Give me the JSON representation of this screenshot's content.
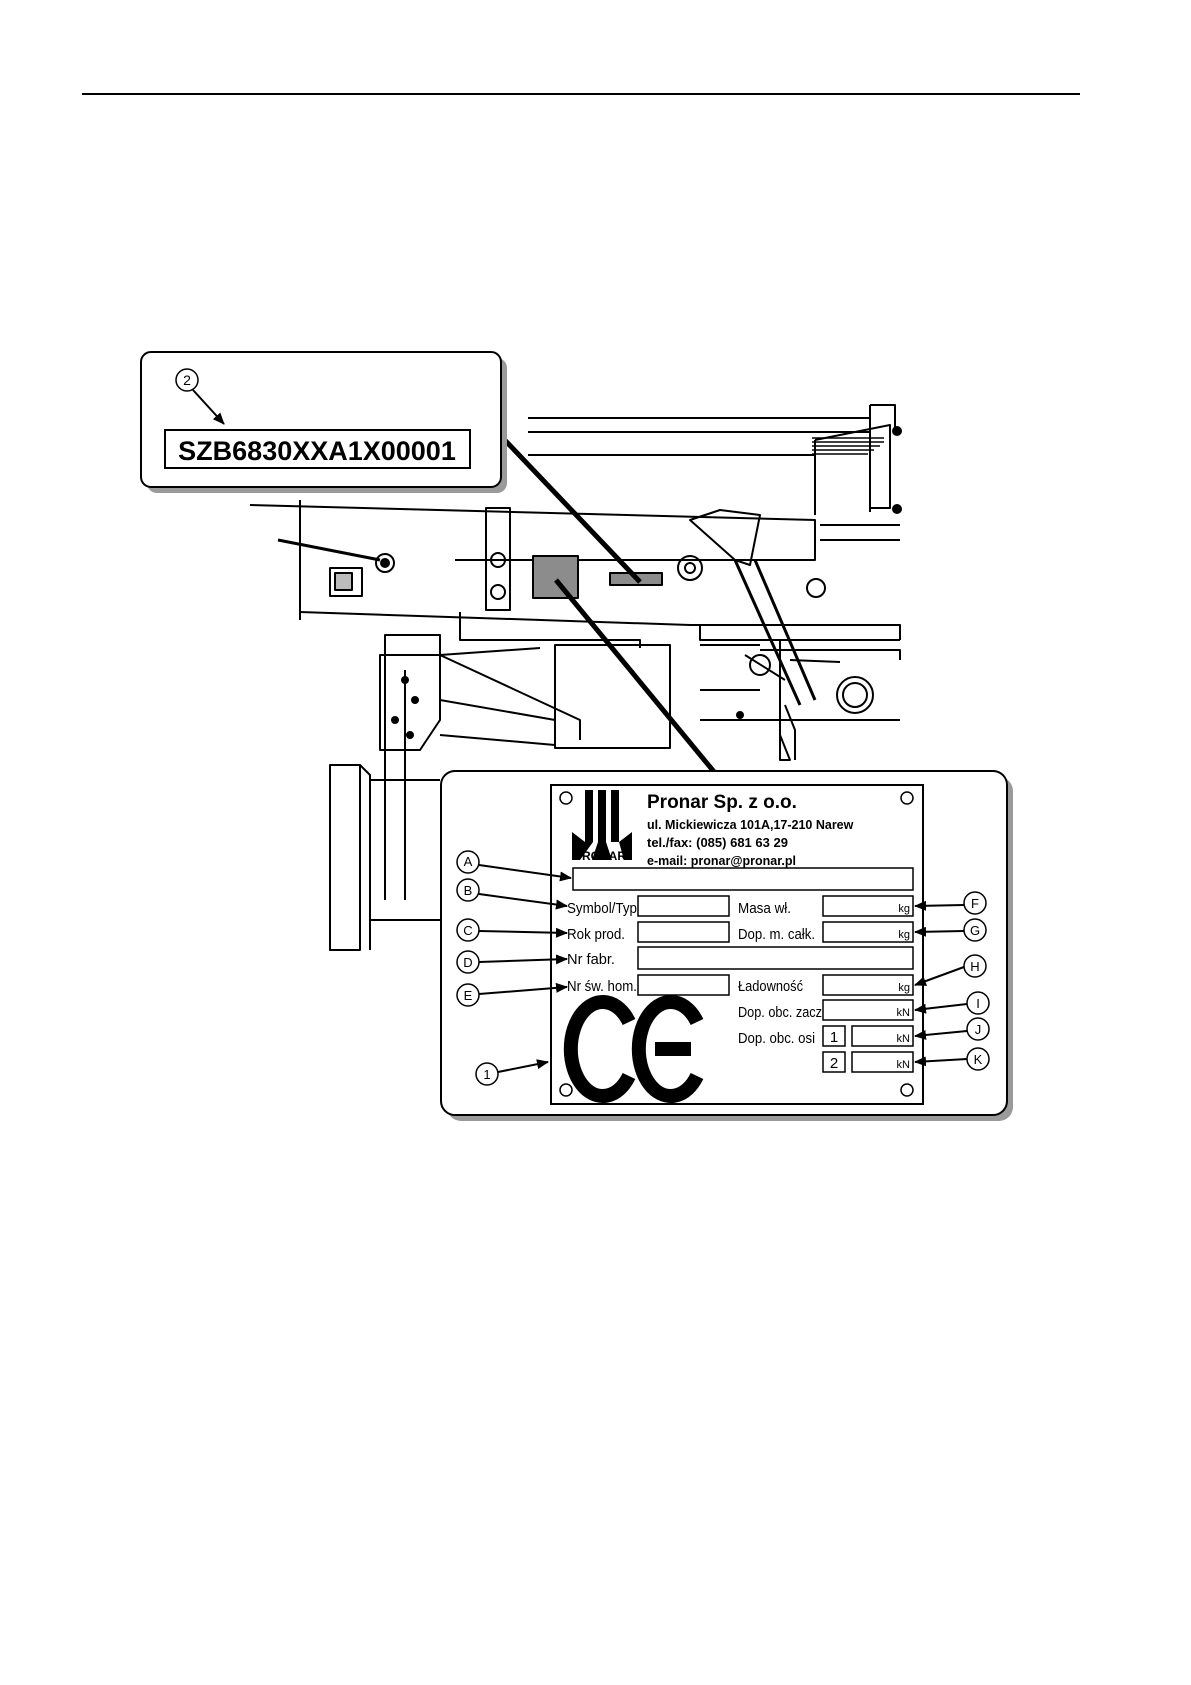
{
  "vin_label": {
    "callout": "2",
    "text": "SZB6830XXA1X00001"
  },
  "plate": {
    "callout": "1",
    "logo_text": "PRONAR",
    "company": "Pronar Sp. z o.o.",
    "address": "ul. Mickiewicza 101A,17-210 Narew",
    "phone": "tel./fax: (085) 681 63 29",
    "email": "e-mail: pronar@pronar.pl",
    "mark": "CE",
    "fields_left": [
      {
        "callout": "A",
        "label": ""
      },
      {
        "callout": "B",
        "label": "Symbol/Typ"
      },
      {
        "callout": "C",
        "label": "Rok prod."
      },
      {
        "callout": "D",
        "label": "Nr fabr."
      },
      {
        "callout": "E",
        "label": "Nr św. hom."
      }
    ],
    "fields_right": [
      {
        "callout": "F",
        "label": "Masa wł.",
        "unit": "kg"
      },
      {
        "callout": "G",
        "label": "Dop. m. całk.",
        "unit": "kg"
      },
      {
        "callout": "H",
        "label": "Ładowność",
        "unit": "kg"
      },
      {
        "callout": "I",
        "label": "Dop. obc. zacz",
        "unit": "kN"
      },
      {
        "callout": "J",
        "label": "Dop. obc. osi",
        "axle": "1",
        "unit": "kN"
      },
      {
        "callout": "K",
        "label": "",
        "axle": "2",
        "unit": "kN"
      }
    ]
  },
  "colors": {
    "line": "#000000",
    "panel_shadow": "#9a9a9a",
    "sticker_fill": "#8c8c8c"
  }
}
